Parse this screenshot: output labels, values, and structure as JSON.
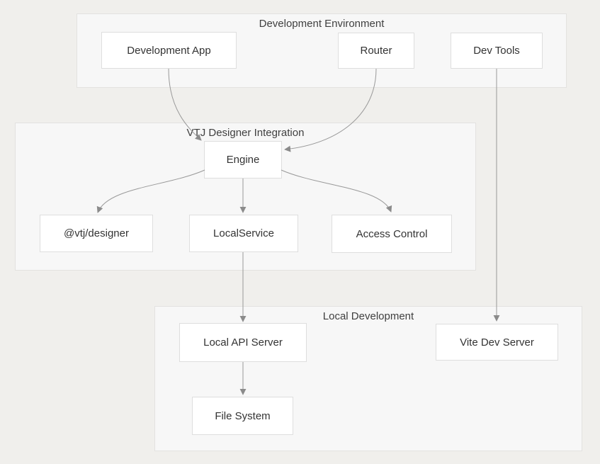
{
  "colors": {
    "page_bg": "#f0efec",
    "group_bg": "#f7f7f7",
    "group_border": "#e3e2e0",
    "node_bg": "#ffffff",
    "node_border": "#dedede",
    "edge_line": "#999999",
    "arrowhead": "#8b8b8b",
    "group_title_text": "#3f3f3f",
    "node_text": "#333333"
  },
  "diagram": {
    "type": "flowchart",
    "groups": [
      {
        "id": "dev-env",
        "title": "Development Environment"
      },
      {
        "id": "vtj",
        "title": "VTJ Designer Integration"
      },
      {
        "id": "local-dev",
        "title": "Local Development"
      }
    ],
    "nodes": [
      {
        "id": "development-app",
        "label": "Development App",
        "group": "dev-env"
      },
      {
        "id": "router",
        "label": "Router",
        "group": "dev-env"
      },
      {
        "id": "dev-tools",
        "label": "Dev Tools",
        "group": "dev-env"
      },
      {
        "id": "engine",
        "label": "Engine",
        "group": "vtj"
      },
      {
        "id": "vtj-designer",
        "label": "@vtj/designer",
        "group": "vtj"
      },
      {
        "id": "local-service",
        "label": "LocalService",
        "group": "vtj"
      },
      {
        "id": "access-control",
        "label": "Access Control",
        "group": "vtj"
      },
      {
        "id": "local-api-server",
        "label": "Local API Server",
        "group": "local-dev"
      },
      {
        "id": "vite-dev-server",
        "label": "Vite Dev Server",
        "group": "local-dev"
      },
      {
        "id": "file-system",
        "label": "File System",
        "group": "local-dev"
      }
    ],
    "edges": [
      {
        "from": "development-app",
        "to": "engine"
      },
      {
        "from": "router",
        "to": "engine"
      },
      {
        "from": "dev-tools",
        "to": "vite-dev-server"
      },
      {
        "from": "engine",
        "to": "vtj-designer"
      },
      {
        "from": "engine",
        "to": "local-service"
      },
      {
        "from": "engine",
        "to": "access-control"
      },
      {
        "from": "local-service",
        "to": "local-api-server"
      },
      {
        "from": "local-api-server",
        "to": "file-system"
      }
    ]
  }
}
